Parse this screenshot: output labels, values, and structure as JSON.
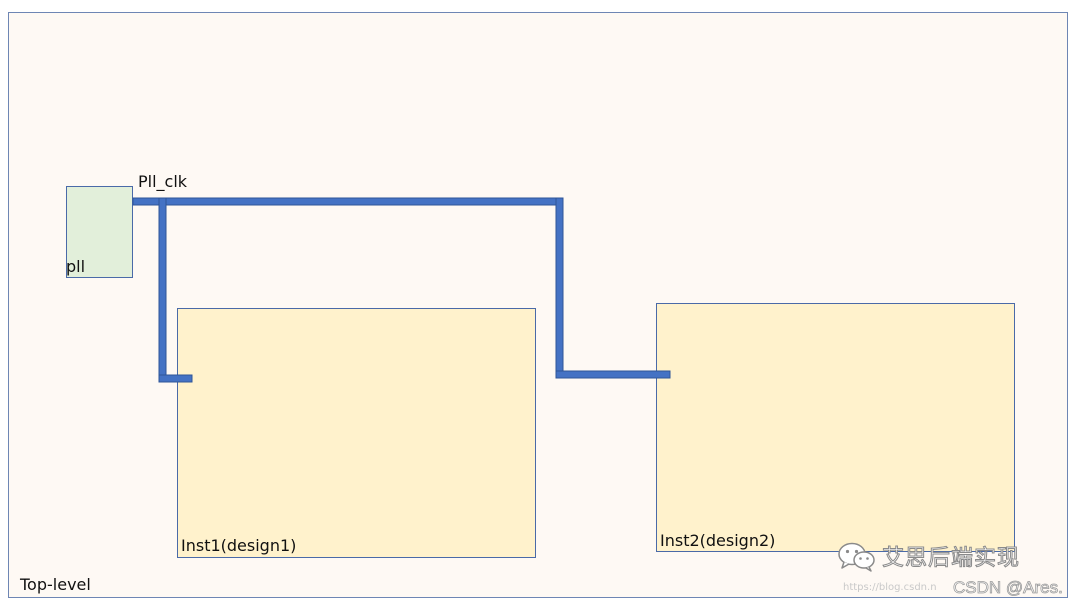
{
  "diagram": {
    "top_level_label": "Top-level",
    "pll_label": "pll",
    "net_label": "Pll_clk",
    "inst1_label": "Inst1(design1)",
    "inst2_label": "Inst2(design2)"
  },
  "watermark": {
    "title": "艾思后端实现",
    "url": "https://blog.csdn.n",
    "credit": "CSDN @Ares."
  },
  "colors": {
    "top_fill": "#fef9f4",
    "pll_fill": "#e2efda",
    "inst_fill": "#fff2cc",
    "wire": "#4472c4",
    "border": "#4a6aa8"
  }
}
